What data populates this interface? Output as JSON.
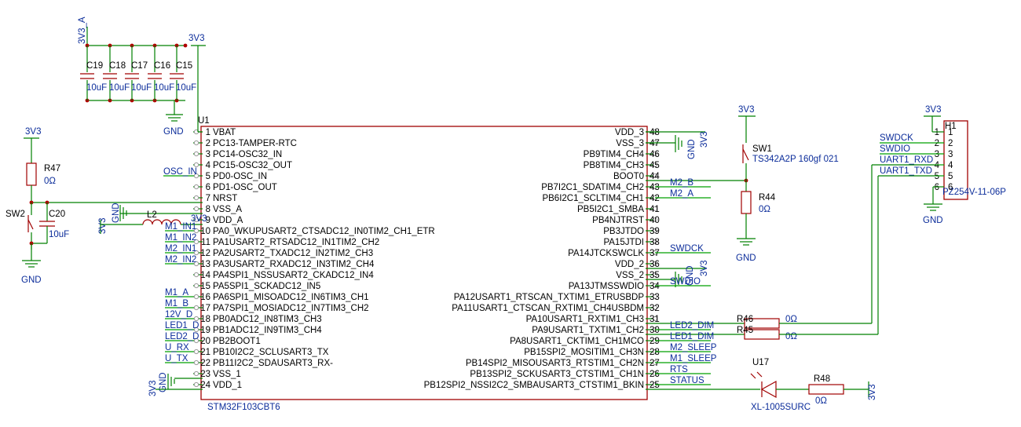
{
  "u1": {
    "ref": "U1",
    "part": "STM32F103CBT6",
    "left_pins": [
      {
        "num": "1",
        "name": "VBAT"
      },
      {
        "num": "2",
        "name": "PC13-TAMPER-RTC"
      },
      {
        "num": "3",
        "name": "PC14-OSC32_IN"
      },
      {
        "num": "4",
        "name": "PC15-OSC32_OUT"
      },
      {
        "num": "5",
        "name": "PD0-OSC_IN"
      },
      {
        "num": "6",
        "name": "PD1-OSC_OUT"
      },
      {
        "num": "7",
        "name": "NRST"
      },
      {
        "num": "8",
        "name": "VSS_A"
      },
      {
        "num": "9",
        "name": "VDD_A"
      },
      {
        "num": "10",
        "name": "PA0_WKUPUSART2_CTSADC12_IN0TIM2_CH1_ETR"
      },
      {
        "num": "11",
        "name": "PA1USART2_RTSADC12_IN1TIM2_CH2"
      },
      {
        "num": "12",
        "name": "PA2USART2_TXADC12_IN2TIM2_CH3"
      },
      {
        "num": "13",
        "name": "PA3USART2_RXADC12_IN3TIM2_CH4"
      },
      {
        "num": "14",
        "name": "PA4SPI1_NSSUSART2_CKADC12_IN4"
      },
      {
        "num": "15",
        "name": "PA5SPI1_SCKADC12_IN5"
      },
      {
        "num": "16",
        "name": "PA6SPI1_MISOADC12_IN6TIM3_CH1"
      },
      {
        "num": "17",
        "name": "PA7SPI1_MOSIADC12_IN7TIM3_CH2"
      },
      {
        "num": "18",
        "name": "PB0ADC12_IN8TIM3_CH3"
      },
      {
        "num": "19",
        "name": "PB1ADC12_IN9TIM3_CH4"
      },
      {
        "num": "20",
        "name": "PB2BOOT1"
      },
      {
        "num": "21",
        "name": "PB10I2C2_SCLUSART3_TX"
      },
      {
        "num": "22",
        "name": "PB11I2C2_SDAUSART3_RX-"
      },
      {
        "num": "23",
        "name": "VSS_1"
      },
      {
        "num": "24",
        "name": "VDD_1"
      }
    ],
    "right_pins": [
      {
        "num": "48",
        "name": "VDD_3"
      },
      {
        "num": "47",
        "name": "VSS_3"
      },
      {
        "num": "46",
        "name": "PB9TIM4_CH4"
      },
      {
        "num": "45",
        "name": "PB8TIM4_CH3"
      },
      {
        "num": "44",
        "name": "BOOT0"
      },
      {
        "num": "43",
        "name": "PB7I2C1_SDATIM4_CH2"
      },
      {
        "num": "42",
        "name": "PB6I2C1_SCLTIM4_CH1"
      },
      {
        "num": "41",
        "name": "PB5I2C1_SMBA"
      },
      {
        "num": "40",
        "name": "PB4NJTRST"
      },
      {
        "num": "39",
        "name": "PB3JTDO"
      },
      {
        "num": "38",
        "name": "PA15JTDI"
      },
      {
        "num": "37",
        "name": "PA14JTCKSWCLK"
      },
      {
        "num": "36",
        "name": "VDD_2"
      },
      {
        "num": "35",
        "name": "VSS_2"
      },
      {
        "num": "34",
        "name": "PA13JTMSSWDIO"
      },
      {
        "num": "33",
        "name": "PA12USART1_RTSCAN_TXTIM1_ETRUSBDP"
      },
      {
        "num": "32",
        "name": "PA11USART1_CTSCAN_RXTIM1_CH4USBDM"
      },
      {
        "num": "31",
        "name": "PA10USART1_RXTIM1_CH3"
      },
      {
        "num": "30",
        "name": "PA9USART1_TXTIM1_CH2"
      },
      {
        "num": "29",
        "name": "PA8USART1_CKTIM1_CH1MCO"
      },
      {
        "num": "28",
        "name": "PB15SPI2_MOSITIM1_CH3N"
      },
      {
        "num": "27",
        "name": "PB14SPI2_MISOUSART3_RTSTIM1_CH2N"
      },
      {
        "num": "26",
        "name": "PB13SPI2_SCKUSART3_CTSTIM1_CH1N"
      },
      {
        "num": "25",
        "name": "PB12SPI2_NSSI2C2_SMBAUSART3_CTSTIM1_BKIN"
      }
    ]
  },
  "left_nets": [
    "OSC_IN",
    "M1_IN1",
    "M1_IN2",
    "M2_IN1",
    "M2_IN2",
    "M1_A",
    "M1_B",
    "12V_D",
    "LED1_D",
    "LED2_D",
    "U_RX",
    "U_TX"
  ],
  "right_nets": [
    "M2_B",
    "M2_A",
    "SWDCK",
    "SWDIO",
    "LED2_DIM",
    "LED1_DIM",
    "M2_SLEEP",
    "M1_SLEEP",
    "RTS",
    "STATUS"
  ],
  "power": {
    "v33": "3V3",
    "v33a": "3V3_A",
    "gnd": "GND"
  },
  "caps": [
    {
      "ref": "C19",
      "value": "10uF"
    },
    {
      "ref": "C18",
      "value": "10uF"
    },
    {
      "ref": "C17",
      "value": "10uF"
    },
    {
      "ref": "C16",
      "value": "10uF"
    },
    {
      "ref": "C15",
      "value": "10uF"
    }
  ],
  "reset": {
    "r_ref": "R47",
    "r_val": "0Ω",
    "sw_ref": "SW2",
    "c_ref": "C20",
    "c_val": "10uF"
  },
  "inductor": {
    "ref": "L2"
  },
  "boot": {
    "sw_ref": "SW1",
    "sw_part": "TS342A2P 160gf 021",
    "r_ref": "R44",
    "r_val": "0Ω"
  },
  "conn": {
    "ref": "H1",
    "part": "PZ254V-11-06P",
    "nets": [
      "SWDCK",
      "SWDIO",
      "UART1_RXD",
      "UART1_TXD"
    ],
    "pins": [
      "1",
      "2",
      "3",
      "4",
      "5",
      "6"
    ]
  },
  "uart_res": [
    {
      "ref": "R46",
      "value": "0Ω"
    },
    {
      "ref": "R45",
      "value": "0Ω"
    }
  ],
  "led": {
    "ref": "U17",
    "part": "XL-1005SURC",
    "r_ref": "R48",
    "r_val": "0Ω"
  }
}
